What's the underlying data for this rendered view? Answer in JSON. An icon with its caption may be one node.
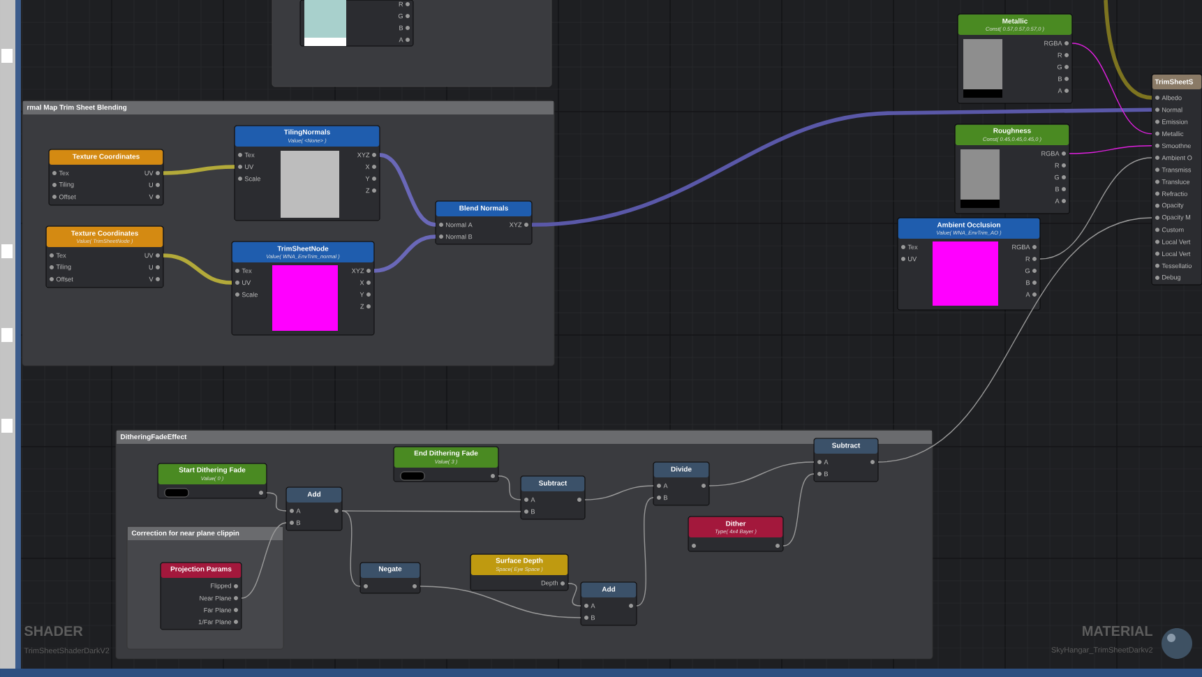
{
  "diagram": {
    "nodes": [
      {
        "text": [
          "rmal Map Trim Sheet Blending"
        ]
      },
      {
        "text": [
          "Texture Coordinates",
          "Tex",
          "Tiling",
          "Offset",
          "UV",
          "U",
          "V"
        ],
        "in": 0
      },
      {
        "text": [
          "Texture Coordinates",
          "Value( TrimSheetNode )",
          "Tex",
          "Tiling",
          "Offset",
          "UV",
          "U",
          "V"
        ],
        "in": 0
      },
      {
        "text": [
          "TilingNormals",
          "Value( <None> )",
          "Tex",
          "UV",
          "Scale",
          "XYZ",
          "X",
          "Y",
          "Z"
        ],
        "in": 0
      },
      {
        "text": [
          "TrimSheetNode",
          "Value( WNA_EnvTrim_normal )",
          "Tex",
          "UV",
          "Scale",
          "XYZ",
          "X",
          "Y",
          "Z"
        ],
        "in": 0
      },
      {
        "text": [
          "Blend Normals",
          "Normal A",
          "Normal B",
          "XYZ"
        ],
        "in": 0
      },
      {
        "text": [
          "R",
          "G",
          "B",
          "A"
        ]
      },
      {
        "text": [
          "Metallic",
          "Const( 0.57,0.57,0.57,0 )",
          "RGBA",
          "R",
          "G",
          "B",
          "A"
        ]
      },
      {
        "text": [
          "Roughness",
          "Const( 0.45,0.45,0.45,0 )",
          "RGBA",
          "R",
          "G",
          "B",
          "A"
        ]
      },
      {
        "text": [
          "Ambient Occlusion",
          "Value( WNA_EnvTrim_AO )",
          "Tex",
          "UV",
          "RGBA",
          "R",
          "G",
          "B",
          "A"
        ]
      },
      {
        "text": [
          "TrimSheetS",
          "Albedo",
          "Normal",
          "Emission",
          "Metallic",
          "Smoothne",
          "Ambient O",
          "Transmiss",
          "Transluce",
          "Refractio",
          "Opacity",
          "Opacity M",
          "Custom",
          "Local Vert",
          "Local Vert",
          "Tessellatio",
          "Debug"
        ]
      },
      {
        "text": [
          "DitheringFadeEffect"
        ]
      },
      {
        "text": [
          "Start Dithering Fade",
          "Value( 0 )"
        ],
        "in": 11
      },
      {
        "text": [
          "End Dithering Fade",
          "Value( 3 )"
        ],
        "in": 11
      },
      {
        "text": [
          "Add",
          "A",
          "B"
        ],
        "in": 11
      },
      {
        "text": [
          "Correction for near plane clippin"
        ],
        "in": 11
      },
      {
        "text": [
          "Projection Params",
          "Flipped",
          "Near Plane",
          "Far Plane",
          "1/Far Plane"
        ],
        "in": 15
      },
      {
        "text": [
          "Subtract",
          "A",
          "B"
        ],
        "in": 11
      },
      {
        "text": [
          "Negate"
        ],
        "in": 11
      },
      {
        "text": [
          "Surface Depth",
          "Space( Eye Space )",
          "Depth"
        ],
        "in": 11
      },
      {
        "text": [
          "Add",
          "A",
          "B"
        ],
        "in": 11
      },
      {
        "text": [
          "Divide",
          "A",
          "B"
        ],
        "in": 11
      },
      {
        "text": [
          "Dither",
          "Type( 4x4 Bayer )"
        ],
        "in": 11
      },
      {
        "text": [
          "Subtract",
          "A",
          "B"
        ],
        "in": 11
      }
    ],
    "edges": [
      {
        "from": 1,
        "to": 3,
        "arrow": "none",
        "style": "thick",
        "color": "#b3aa3a"
      },
      {
        "from": 2,
        "to": 4,
        "arrow": "none",
        "style": "thick",
        "color": "#b3aa3a"
      },
      {
        "from": 3,
        "to": 5,
        "arrow": "none",
        "style": "thick",
        "color": "#6a68b8"
      },
      {
        "from": 4,
        "to": 5,
        "arrow": "none",
        "style": "thick",
        "color": "#6a68b8"
      },
      {
        "from": 5,
        "to": 10,
        "arrow": "none",
        "style": "thick",
        "color": "#5a58a8"
      },
      {
        "from": 7,
        "to": 10,
        "arrow": "none",
        "color": "#e020e0"
      },
      {
        "from": 8,
        "to": 10,
        "arrow": "none",
        "color": "#e020e0"
      },
      {
        "from": 9,
        "to": 10,
        "arrow": "none"
      },
      {
        "from": null,
        "to": 10,
        "arrow": "none",
        "style": "thick",
        "color": "#7d7420"
      },
      {
        "from": 23,
        "to": 10,
        "arrow": "none"
      },
      {
        "from": 12,
        "to": 14,
        "arrow": "none"
      },
      {
        "from": 16,
        "to": 14,
        "arrow": "none"
      },
      {
        "from": 14,
        "to": 17,
        "arrow": "none"
      },
      {
        "from": 13,
        "to": 17,
        "arrow": "none"
      },
      {
        "from": 14,
        "to": 18,
        "arrow": "none"
      },
      {
        "from": 18,
        "to": 20,
        "arrow": "none"
      },
      {
        "from": 19,
        "to": 20,
        "arrow": "none"
      },
      {
        "from": 17,
        "to": 21,
        "arrow": "none"
      },
      {
        "from": 20,
        "to": 21,
        "arrow": "none"
      },
      {
        "from": 21,
        "to": 23,
        "arrow": "none"
      },
      {
        "from": 22,
        "to": 23,
        "arrow": "none"
      }
    ],
    "labels": [
      "SHADER",
      "TrimSheetShaderDarkV2",
      "MATERIAL",
      "SkyHangar_TrimSheetDarkv2"
    ]
  }
}
